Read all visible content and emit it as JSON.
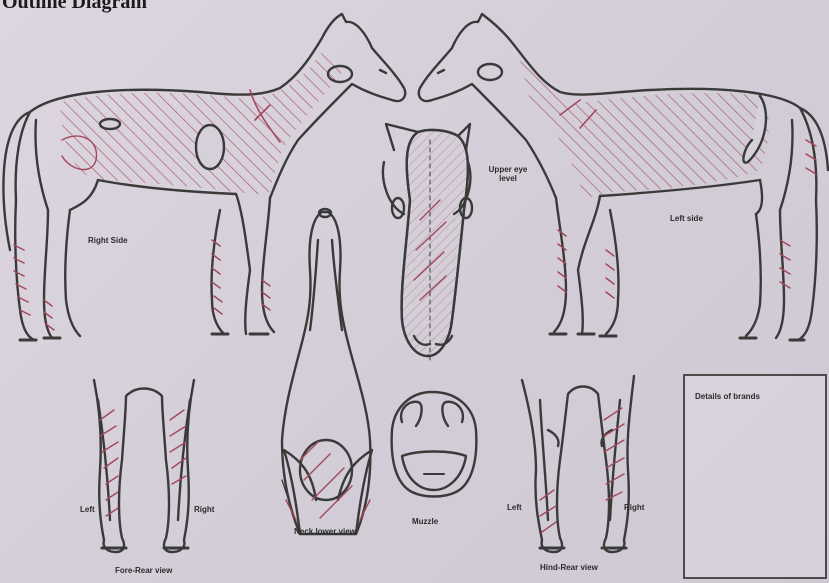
{
  "title": "Outline Diagram",
  "views": {
    "right_side": "Right Side",
    "left_side": "Left side",
    "upper_eye_level": "Upper eye level",
    "neck_lower_view": "Neck lower view",
    "muzzle": "Muzzle",
    "fore_rear_view": "Fore-Rear view",
    "hind_rear_view": "Hind-Rear view",
    "fore_left": "Left",
    "fore_right": "Right",
    "hind_left": "Left",
    "hind_right": "Right"
  },
  "brands_box": {
    "heading": "Details of brands"
  },
  "colors": {
    "outline": "#3a3a3a",
    "marking": "#a3485c",
    "paper": "#d9d3dd"
  }
}
